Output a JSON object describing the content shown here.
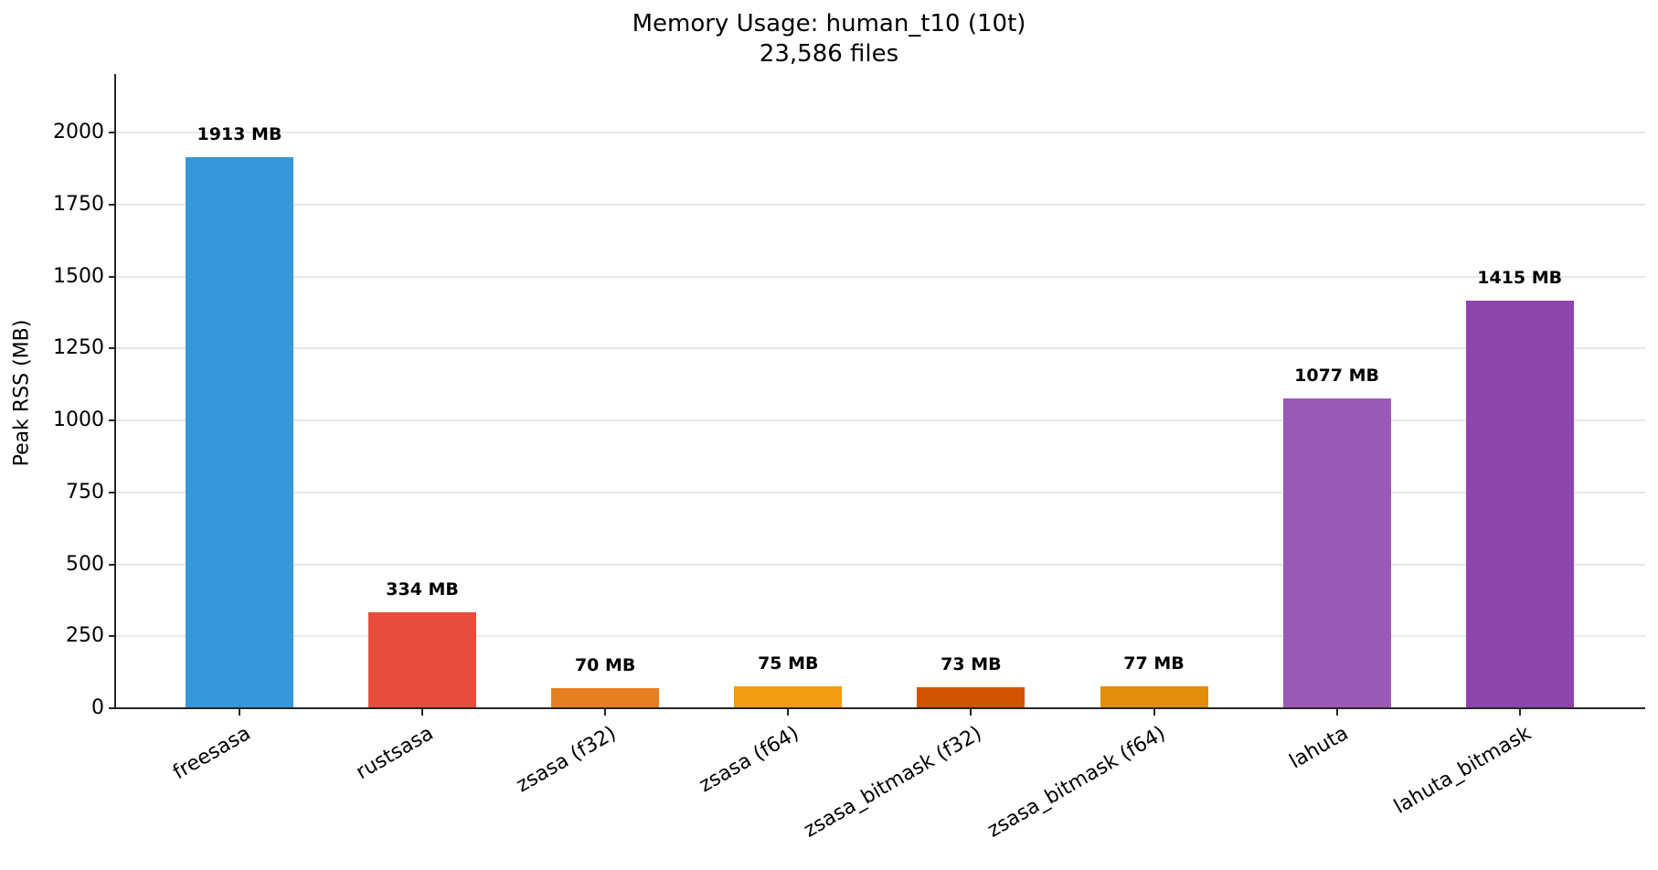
{
  "chart_data": {
    "type": "bar",
    "title": "Memory Usage: human_t10 (10t)",
    "subtitle": "23,586 files",
    "xlabel": "",
    "ylabel": "Peak RSS (MB)",
    "ylim": [
      0,
      2200
    ],
    "yticks": [
      0,
      250,
      500,
      750,
      1000,
      1250,
      1500,
      1750,
      2000
    ],
    "grid": "y",
    "legend": null,
    "categories": [
      "freesasa",
      "rustsasa",
      "zsasa (f32)",
      "zsasa (f64)",
      "zsasa_bitmask (f32)",
      "zsasa_bitmask (f64)",
      "lahuta",
      "lahuta_bitmask"
    ],
    "values": [
      1913,
      334,
      70,
      75,
      73,
      77,
      1077,
      1415
    ],
    "value_labels": [
      "1913 MB",
      "334 MB",
      "70 MB",
      "75 MB",
      "73 MB",
      "77 MB",
      "1077 MB",
      "1415 MB"
    ],
    "colors": [
      "#3498db",
      "#e74c3c",
      "#e67e22",
      "#f39c12",
      "#d35400",
      "#e08e0b",
      "#9b59b6",
      "#8e44ad"
    ]
  }
}
